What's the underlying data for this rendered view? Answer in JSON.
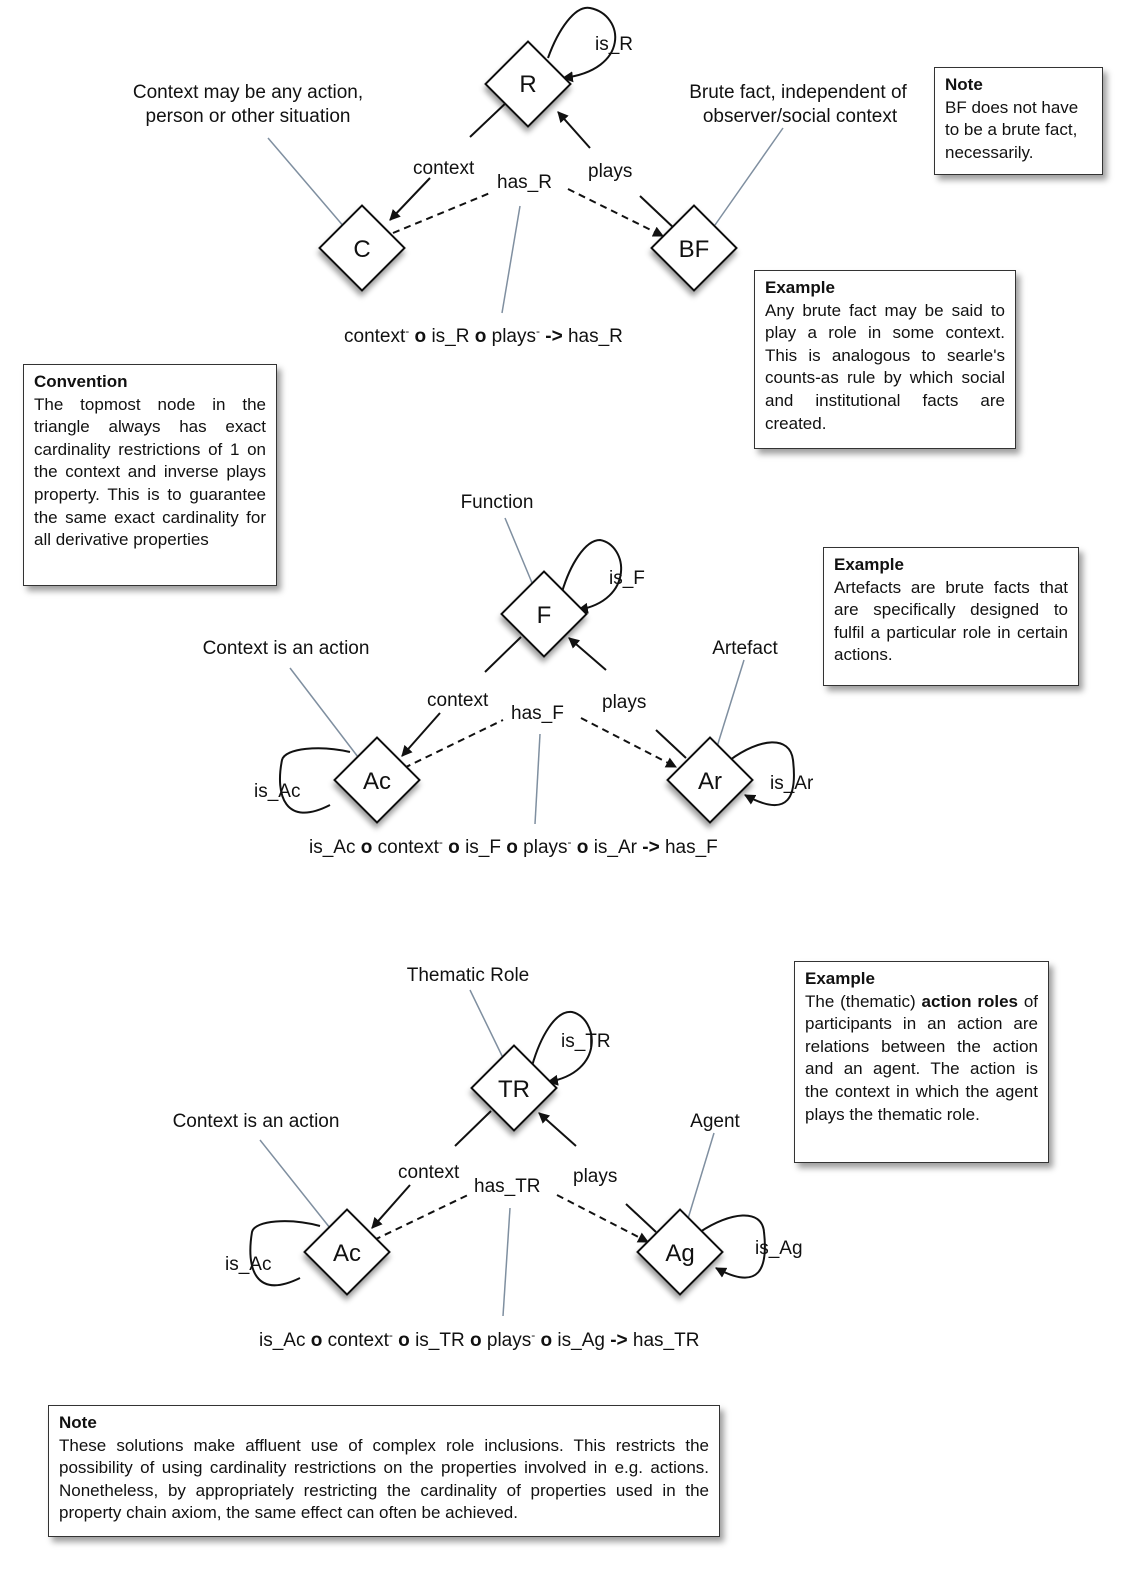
{
  "diagrams": [
    {
      "nodes": {
        "top": "R",
        "left": "C",
        "right": "BF"
      },
      "edges": {
        "context": "context",
        "plays": "plays",
        "has": "has_R"
      },
      "self_loops": {
        "top": "is_R"
      },
      "annotations": {
        "left_line1": "Context may be any action,",
        "left_line2": "person or other situation",
        "right_line1": "Brute fact, independent of",
        "right_line2": "observer/social context"
      },
      "formula": [
        "context",
        " o ",
        "is_R",
        " o ",
        "plays",
        " -> ",
        "has_R"
      ]
    },
    {
      "nodes": {
        "top": "F",
        "left": "Ac",
        "right": "Ar"
      },
      "edges": {
        "context": "context",
        "plays": "plays",
        "has": "has_F"
      },
      "self_loops": {
        "top": "is_F",
        "left": "is_Ac",
        "right": "is_Ar"
      },
      "annotations": {
        "top": "Function",
        "left": "Context is an action",
        "right": "Artefact"
      },
      "formula": [
        "is_Ac",
        " o ",
        "context",
        " o ",
        "is_F",
        " o ",
        "plays",
        " o ",
        "is_Ar",
        " -> ",
        "has_F"
      ]
    },
    {
      "nodes": {
        "top": "TR",
        "left": "Ac",
        "right": "Ag"
      },
      "edges": {
        "context": "context",
        "plays": "plays",
        "has": "has_TR"
      },
      "self_loops": {
        "top": "is_TR",
        "left": "is_Ac",
        "right": "is_Ag"
      },
      "annotations": {
        "top": "Thematic Role",
        "left": "Context is an action",
        "right": "Agent"
      },
      "formula": [
        "is_Ac",
        " o ",
        "context",
        " o ",
        "is_TR",
        " o ",
        "plays",
        " o ",
        "is_Ag",
        " -> ",
        "has_TR"
      ]
    }
  ],
  "notes": {
    "note_bf": {
      "title": "Note",
      "lines": [
        "BF does not have",
        "to be a brute fact,",
        "necessarily."
      ]
    },
    "example_bf": {
      "title": "Example",
      "body": "Any brute fact may be said to play a role in some context. This is analogous to searle's counts-as rule by which social and institutional facts are created."
    },
    "convention": {
      "title": "Convention",
      "body": "The topmost node in the triangle always has exact cardinality restrictions of 1 on the context and inverse plays property. This is to guarantee the same exact cardinality for all derivative properties"
    },
    "example_artefact": {
      "title": "Example",
      "body": "Artefacts are brute facts that are specifically designed to fulfil a particular role in certain actions."
    },
    "example_thematic": {
      "title": "Example",
      "body_before": "The (thematic) ",
      "body_bold": "action roles",
      "body_after": " of participants in an action are relations between the action and an agent. The action is the context in which the agent plays the thematic role."
    },
    "note_bottom": {
      "title": "Note",
      "body": "These solutions make affluent use of complex role inclusions. This restricts the possibility of using cardinality restrictions on the properties involved in e.g. actions. Nonetheless, by appropriately restricting the cardinality of properties used in the property chain axiom, the same effect can often be achieved."
    }
  }
}
